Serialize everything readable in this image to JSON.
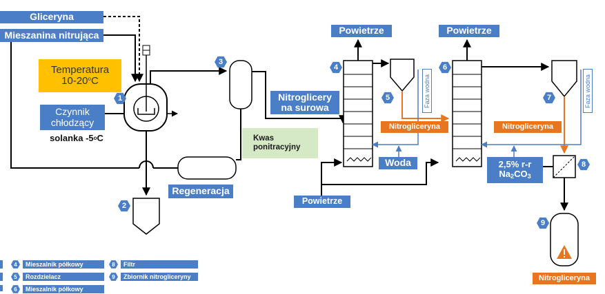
{
  "labels": {
    "glicerol": "Gliceryna",
    "nitrating_mix": "Mieszanina nitrująca",
    "temperature_line1": "Temperatura",
    "temperature_line2_a": "10-20",
    "temperature_line2_sup": "o",
    "temperature_line2_b": "C",
    "coolant_line1": "Czynnik",
    "coolant_line2": "chłodzący",
    "brine_a": "solanka -5",
    "brine_sup": "o",
    "brine_b": "C",
    "spent_acid_line1": "Kwas",
    "spent_acid_line2": "ponitracyjny",
    "regeneration": "Regeneracja",
    "crude_ng_line1": "Nitroglicery",
    "crude_ng_line2": "na surowa",
    "air_1": "Powietrze",
    "air_2": "Powietrze",
    "air_bottom": "Powietrze",
    "water": "Woda",
    "ng_1": "Nitrogliceryna",
    "ng_2": "Nitrogliceryna",
    "ng_final": "Nitrogliceryna",
    "water_phase_1": "Faza wodna",
    "water_phase_2": "Faza wodna",
    "soda_line1": "2,5% r-r",
    "soda_line2_a": "Na",
    "soda_line2_sub1": "2",
    "soda_line2_b": "CO",
    "soda_line2_sub2": "3"
  },
  "markers": [
    "1",
    "2",
    "3",
    "4",
    "5",
    "6",
    "7",
    "8",
    "9"
  ],
  "legend": [
    {
      "num": "4",
      "text": "Mieszalnik półkowy"
    },
    {
      "num": "5",
      "text": "Rozdzielacz"
    },
    {
      "num": "6",
      "text": "Mieszalnik półkowy"
    },
    {
      "num": "8",
      "text": "Filtr"
    },
    {
      "num": "9",
      "text": "Zbiornik nitrogliceryny"
    }
  ],
  "warning_icon": "warning-triangle-icon",
  "colors": {
    "accent_blue": "#4a7ec6",
    "orange_stream": "#e8761e",
    "temperature_box": "#ffc000",
    "spent_acid_box": "#d6e9c6"
  }
}
